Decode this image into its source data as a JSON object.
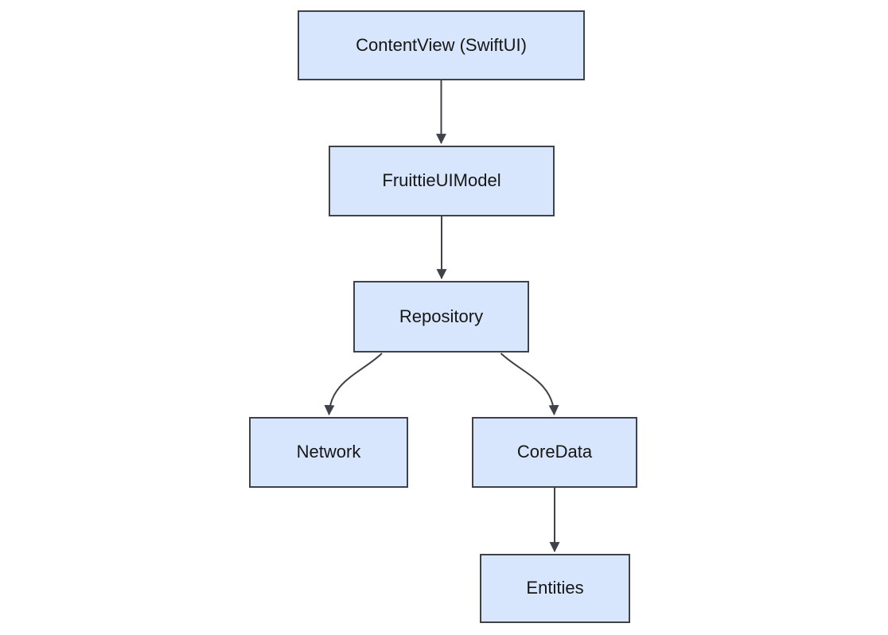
{
  "diagram": {
    "type": "flowchart",
    "direction": "top-down",
    "background_color": "#ffffff",
    "node_fill_color": "#d7e6fc",
    "node_border_color": "#3f4249",
    "edge_color": "#3f4249",
    "text_color": "#161616",
    "nodes": [
      {
        "id": "content-view",
        "label": "ContentView (SwiftUI)"
      },
      {
        "id": "fruittie-ui-model",
        "label": "FruittieUIModel"
      },
      {
        "id": "repository",
        "label": "Repository"
      },
      {
        "id": "network",
        "label": "Network"
      },
      {
        "id": "core-data",
        "label": "CoreData"
      },
      {
        "id": "entities",
        "label": "Entities"
      }
    ],
    "edges": [
      {
        "from": "content-view",
        "to": "fruittie-ui-model"
      },
      {
        "from": "fruittie-ui-model",
        "to": "repository"
      },
      {
        "from": "repository",
        "to": "network"
      },
      {
        "from": "repository",
        "to": "core-data"
      },
      {
        "from": "core-data",
        "to": "entities"
      }
    ]
  }
}
